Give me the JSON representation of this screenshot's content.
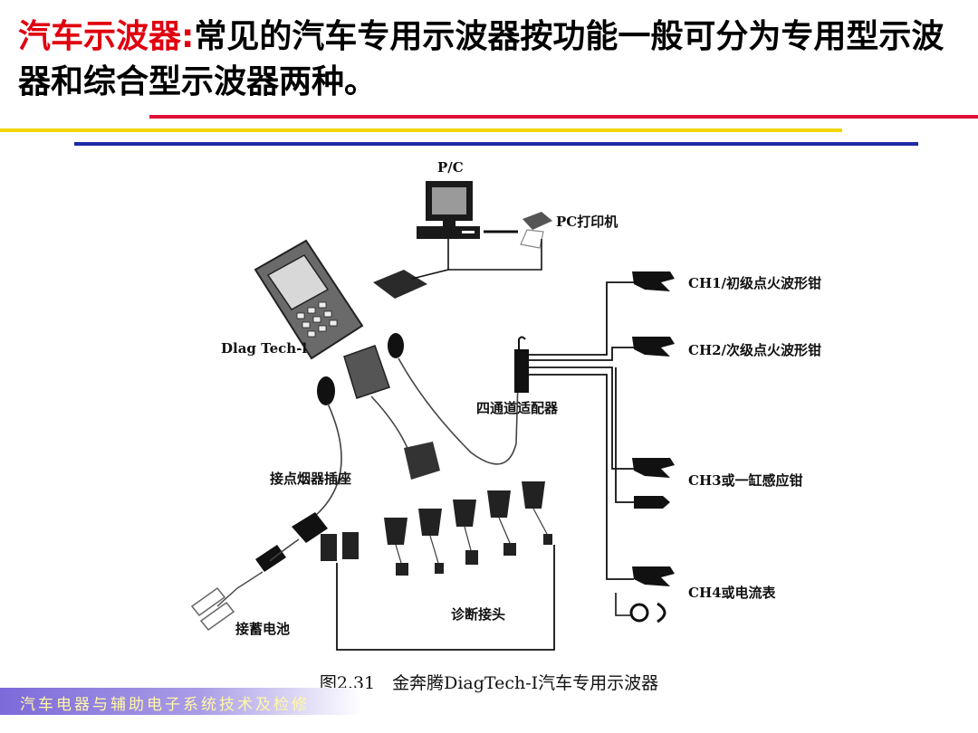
{
  "header": {
    "term": "汽车示波器",
    "colon": ":",
    "text": "常见的汽车专用示波器按功能一般可分为专用型示波器和综合型示波器两种。"
  },
  "colors": {
    "title_term": "#e0000f",
    "rule_red": "#e0103a",
    "rule_yellow": "#f2d600",
    "rule_blue": "#1e2aa6"
  },
  "diagram": {
    "labels": {
      "pc": "P/C",
      "printer": "PC打印机",
      "device": "Dlag Tech-l",
      "adapter": "四通道适配器",
      "ch1": "CH1/初级点火波形钳",
      "ch2": "CH2/次级点火波形钳",
      "ch3": "CH3或一缸感应钳",
      "ch4": "CH4或电流表",
      "lighter": "接点烟器插座",
      "battery": "接蓄电池",
      "diag_connectors": "诊断接头"
    },
    "caption": "图2.31　金奔腾DiagTech-I汽车专用示波器"
  },
  "footer": {
    "text": "汽车电器与辅助电子系统技术及检修"
  }
}
